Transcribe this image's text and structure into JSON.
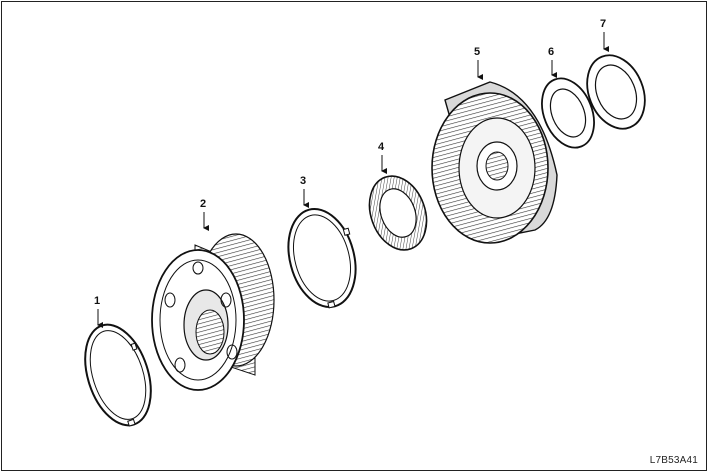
{
  "diagram": {
    "callouts": [
      {
        "label": "1",
        "part": "snap-ring"
      },
      {
        "label": "2",
        "part": "planet-carrier"
      },
      {
        "label": "3",
        "part": "snap-ring"
      },
      {
        "label": "4",
        "part": "thrust-bearing"
      },
      {
        "label": "5",
        "part": "ring-gear"
      },
      {
        "label": "6",
        "part": "thrust-washer"
      },
      {
        "label": "7",
        "part": "thrust-washer"
      }
    ],
    "reference_code": "L7B53A41",
    "colors": {
      "line": "#111111",
      "shade": "#9a9a9a",
      "background": "#ffffff"
    }
  }
}
